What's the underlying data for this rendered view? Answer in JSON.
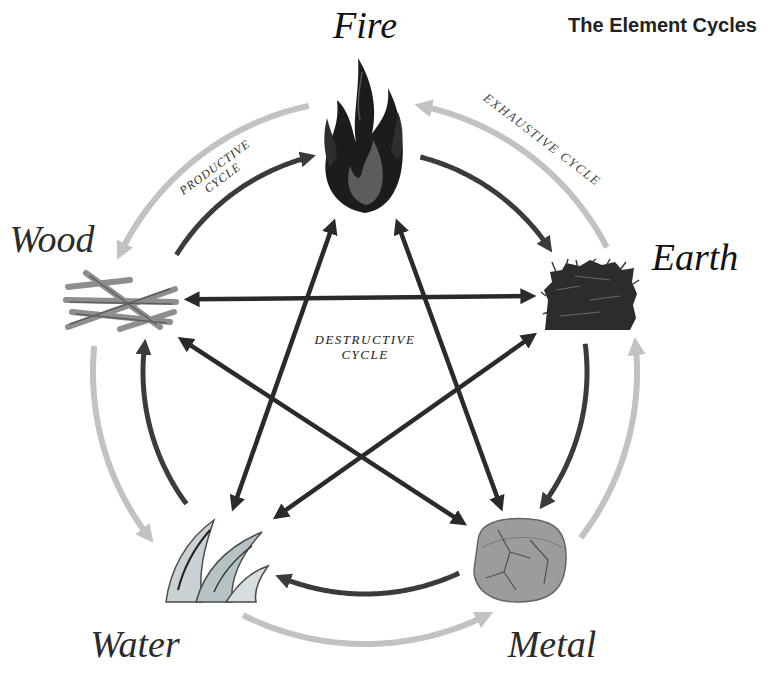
{
  "diagram": {
    "title": "The Element Cycles",
    "nodes": [
      {
        "text": [
          "Fire"
        ]
      },
      {
        "text": [
          "Wood"
        ]
      },
      {
        "text": [
          "Earth"
        ]
      },
      {
        "text": [
          "Water"
        ]
      },
      {
        "text": [
          "Metal"
        ]
      }
    ],
    "edges": [
      {
        "from": 1,
        "to": 0,
        "arrow": "to",
        "label": "PRODUCTIVE CYCLE"
      },
      {
        "from": 0,
        "to": 2,
        "arrow": "to"
      },
      {
        "from": 2,
        "to": 4,
        "arrow": "to"
      },
      {
        "from": 4,
        "to": 3,
        "arrow": "to"
      },
      {
        "from": 3,
        "to": 1,
        "arrow": "to"
      },
      {
        "from": 2,
        "to": 0,
        "arrow": "to",
        "label": "EXHAUSTIVE CYCLE"
      },
      {
        "from": 0,
        "to": 1,
        "arrow": "to"
      },
      {
        "from": 1,
        "to": 3,
        "arrow": "to"
      },
      {
        "from": 3,
        "to": 4,
        "arrow": "to"
      },
      {
        "from": 4,
        "to": 2,
        "arrow": "to"
      },
      {
        "from": 0,
        "to": 3,
        "arrow": "both"
      },
      {
        "from": 0,
        "to": 4,
        "arrow": "both"
      },
      {
        "from": 1,
        "to": 2,
        "arrow": "both"
      },
      {
        "from": 1,
        "to": 4,
        "arrow": "both"
      },
      {
        "from": 2,
        "to": 3,
        "arrow": "both"
      }
    ],
    "labels": [
      "DESTRUCTIVE CYCLE"
    ]
  }
}
